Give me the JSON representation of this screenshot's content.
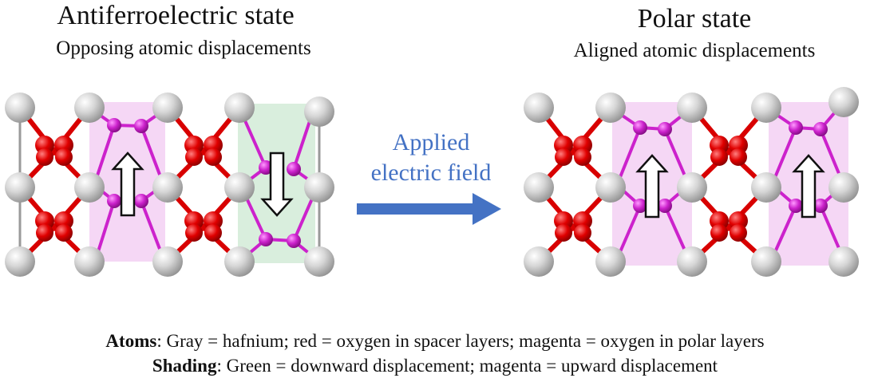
{
  "left_panel": {
    "title": "Antiferroelectric state",
    "subtitle": "Opposing atomic displacements"
  },
  "right_panel": {
    "title": "Polar state",
    "subtitle": "Aligned atomic displacements"
  },
  "transition": {
    "line1": "Applied",
    "line2": "electric field"
  },
  "legend": {
    "atoms_key": "Atoms",
    "atoms_text": ": Gray = hafnium; red = oxygen in spacer layers; magenta = oxygen in polar layers",
    "shading_key": "Shading",
    "shading_text": ": Green = downward displacement; magenta = upward displacement"
  },
  "colors": {
    "hafnium": "#c8c8c8",
    "oxygen_spacer": "#e00000",
    "oxygen_polar": "#cc22cc",
    "shade_up": "#f5d7f5",
    "shade_down": "#d9eedd",
    "arrow_field": "#4472c4"
  }
}
